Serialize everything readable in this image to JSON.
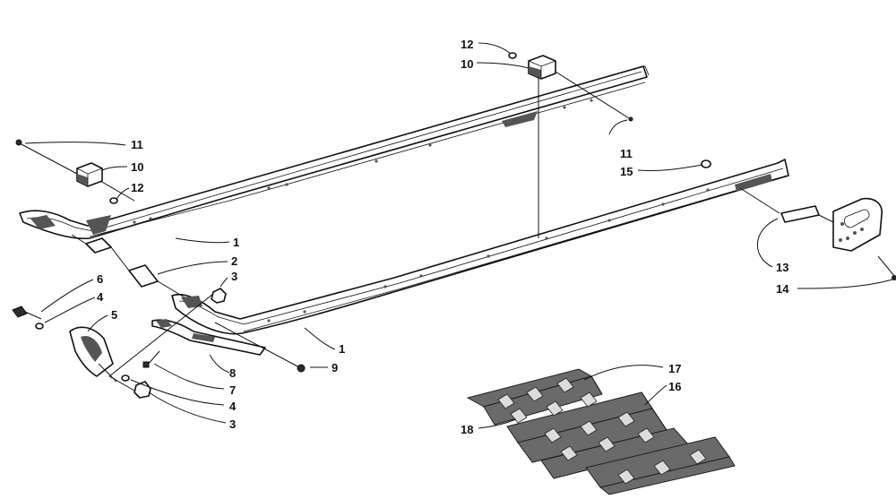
{
  "callouts": [
    {
      "id": "c-11a",
      "text": "11"
    },
    {
      "id": "c-10a",
      "text": "10"
    },
    {
      "id": "c-12a",
      "text": "12"
    },
    {
      "id": "c-12b",
      "text": "12"
    },
    {
      "id": "c-10b",
      "text": "10"
    },
    {
      "id": "c-11b",
      "text": "11"
    },
    {
      "id": "c-15",
      "text": "15"
    },
    {
      "id": "c-1a",
      "text": "1"
    },
    {
      "id": "c-2",
      "text": "2"
    },
    {
      "id": "c-3a",
      "text": "3"
    },
    {
      "id": "c-6",
      "text": "6"
    },
    {
      "id": "c-4a",
      "text": "4"
    },
    {
      "id": "c-5",
      "text": "5"
    },
    {
      "id": "c-1b",
      "text": "1"
    },
    {
      "id": "c-9",
      "text": "9"
    },
    {
      "id": "c-8",
      "text": "8"
    },
    {
      "id": "c-7",
      "text": "7"
    },
    {
      "id": "c-4b",
      "text": "4"
    },
    {
      "id": "c-3b",
      "text": "3"
    },
    {
      "id": "c-13",
      "text": "13"
    },
    {
      "id": "c-14",
      "text": "14"
    },
    {
      "id": "c-17",
      "text": "17"
    },
    {
      "id": "c-16",
      "text": "16"
    },
    {
      "id": "c-18",
      "text": "18"
    }
  ]
}
